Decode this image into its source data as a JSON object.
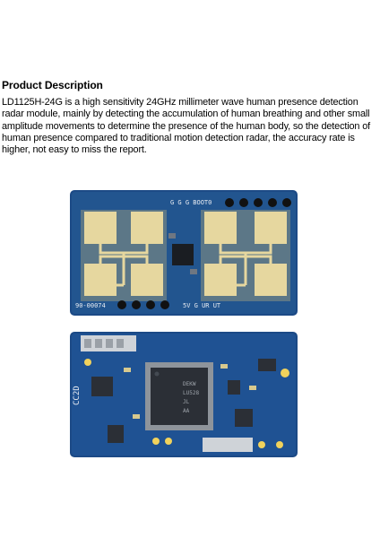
{
  "heading": "Product Description",
  "description": {
    "model": "LD1125H-24G",
    "text": " is a high sensitivity 24GHz millimeter wave human presence detection radar module, mainly by detecting the accumulation of human breathing and other small amplitude movements to determine the presence of the human body, so the detection of human presence compared to traditional motion detection radar, the accuracy rate is higher, not easy to miss the report."
  },
  "board_top": {
    "silk_header": "G G G BOOT0",
    "silk_code": "90-00074",
    "silk_pins": "5V G UR UT"
  },
  "board_bottom": {
    "silk_side": "CC2D",
    "chip_lines": [
      "DEKW",
      "LU528",
      "JL",
      "AA"
    ]
  },
  "colors": {
    "pcb": "#1c4a86",
    "pcb_dark": "#143a6e",
    "gold": "#e3d49a",
    "chip": "#2b2f36"
  }
}
